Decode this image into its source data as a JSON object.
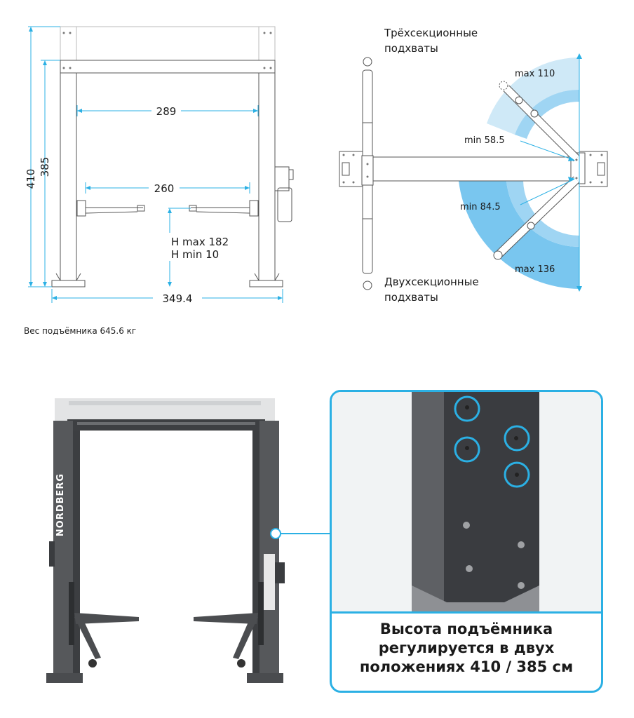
{
  "colors": {
    "accent": "#2bb0e4",
    "zone_light": "#cfe9f7",
    "zone_mid": "#9fd5f3",
    "zone_dark": "#79c6ef",
    "steel": "#5a5c5f",
    "line": "#555555"
  },
  "front_view": {
    "dim_total_height": "410",
    "dim_inner_height": "385",
    "dim_post_span": "289",
    "dim_arm_span": "260",
    "dim_base_width": "349.4",
    "lift_h_max": "H max 182",
    "lift_h_min": "H min 10"
  },
  "top_view": {
    "label_three_section": [
      "Трёхсекционные",
      "подхваты"
    ],
    "label_two_section": [
      "Двухсекционные",
      "подхваты"
    ],
    "dim_max_110": "max 110",
    "dim_min_58": "min 58.5",
    "dim_min_84": "min 84.5",
    "dim_max_136": "max 136"
  },
  "weight_label": "Вес подъёмника 645.6 кг",
  "photo": {
    "brand": "NORDBERG",
    "callout_text": [
      "Высота подъёмника",
      "регулируется в двух",
      "положениях 410 / 385 см"
    ]
  }
}
